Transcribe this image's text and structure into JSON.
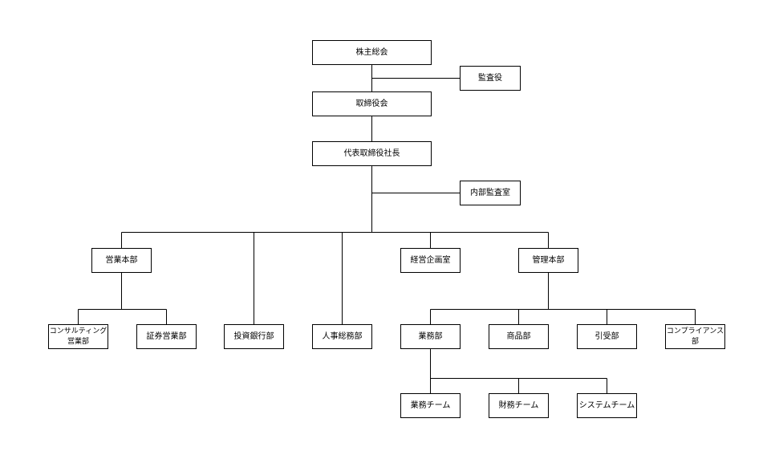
{
  "chart": {
    "shareholders": "株主総会",
    "auditor": "監査役",
    "board": "取締役会",
    "president": "代表取締役社長",
    "internal_audit": "内部監査室",
    "sales_hq": "営業本部",
    "investment_banking": "投資銀行部",
    "hr_general_affairs": "人事総務部",
    "corporate_planning": "経営企画室",
    "admin_hq": "管理本部",
    "consulting_sales": "コンサルティング\n営業部",
    "securities_sales": "証券営業部",
    "operations": "業務部",
    "products": "商品部",
    "underwriting": "引受部",
    "compliance": "コンプライアンス部",
    "operations_team": "業務チーム",
    "finance_team": "財務チーム",
    "systems_team": "システムチーム"
  }
}
